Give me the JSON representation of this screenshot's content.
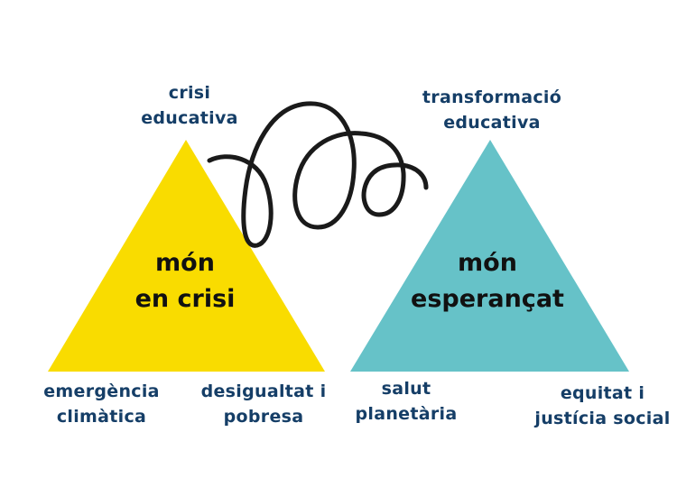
{
  "colors": {
    "crisis_triangle": "#f9dc00",
    "hope_triangle": "#66c2c8",
    "label_text": "#153e67",
    "center_text": "#111111",
    "spiral": "#1a1a1a"
  },
  "left_triangle": {
    "title_line1": "món",
    "title_line2": "en crisi",
    "top_label": {
      "line1": "crisi",
      "line2": "educativa"
    },
    "bottom_left_label": {
      "line1": "emergència",
      "line2": "climàtica"
    },
    "bottom_right_label": {
      "line1": "desigualtat i",
      "line2": "pobresa"
    }
  },
  "right_triangle": {
    "title_line1": "món",
    "title_line2": "esperançat",
    "top_label": {
      "line1": "transformació",
      "line2": "educativa"
    },
    "bottom_left_label": {
      "line1": "salut",
      "line2": "planetària"
    },
    "bottom_right_label": {
      "line1": "equitat i",
      "line2": "justícia social"
    }
  },
  "connector": {
    "icon": "spiral-loop-icon"
  }
}
